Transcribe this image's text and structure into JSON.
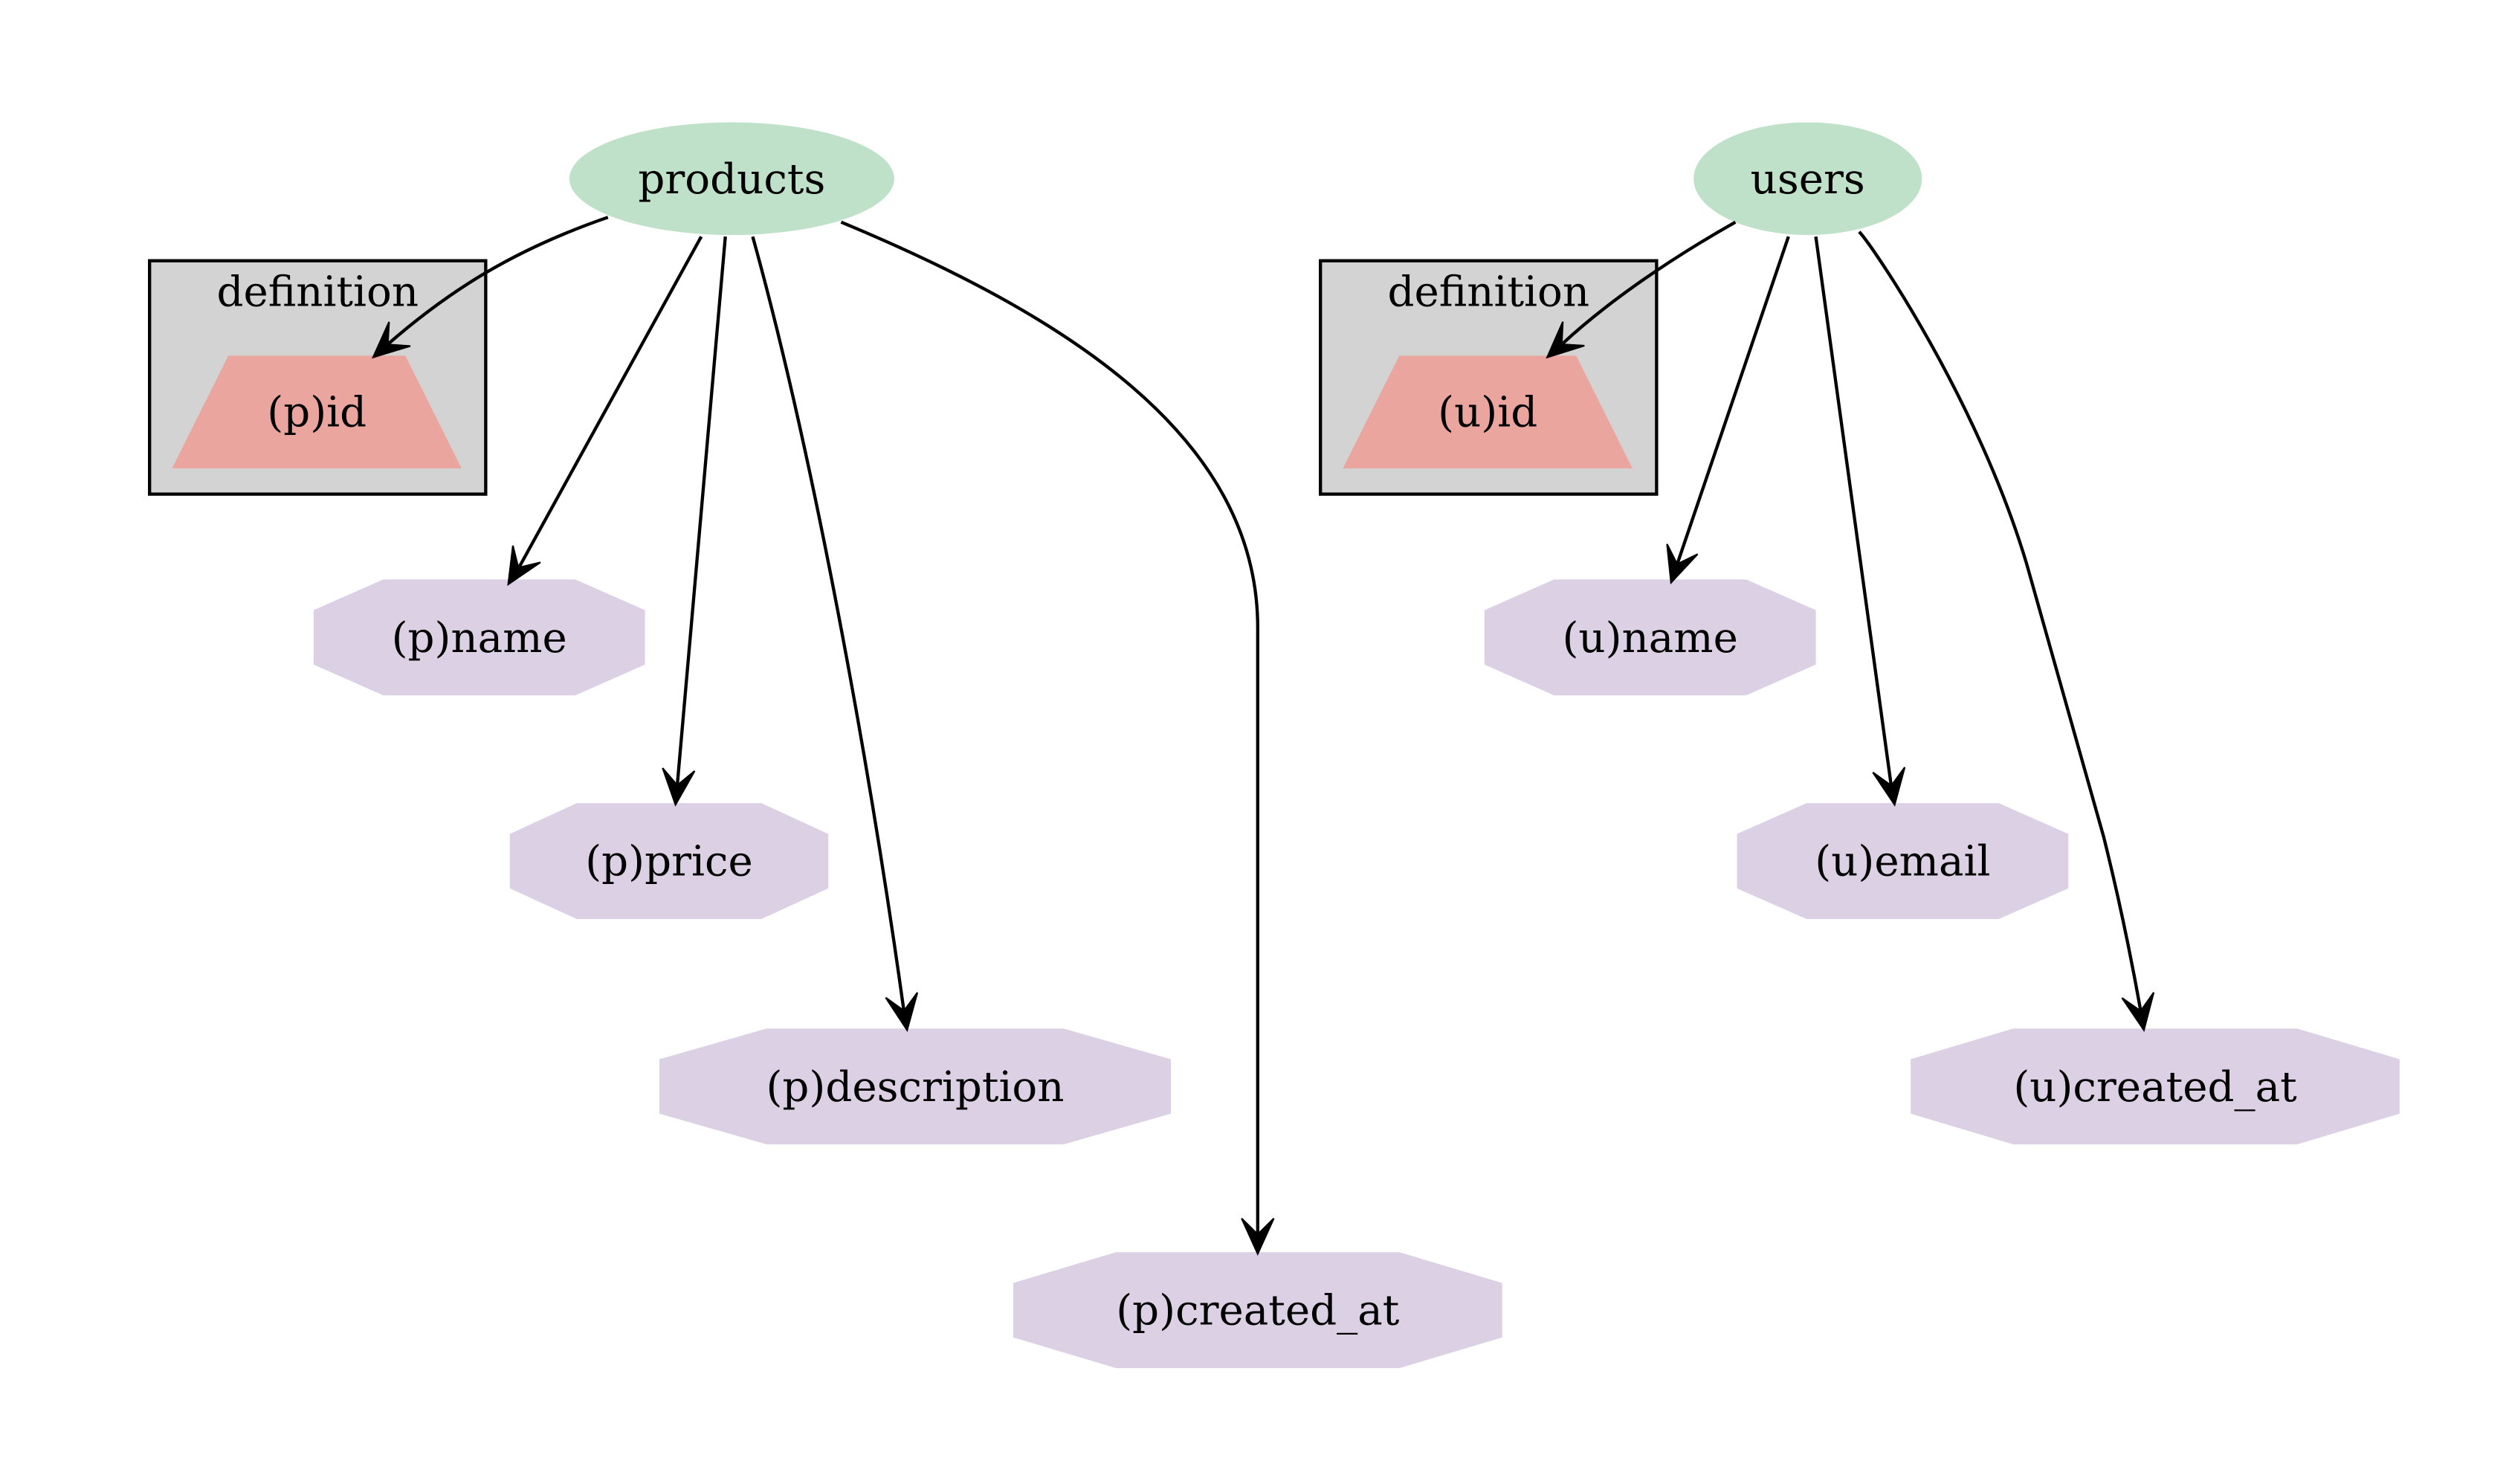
{
  "diagram": {
    "colors": {
      "table": "#bfe1c9",
      "primary_key": "#eba59f",
      "column": "#dcd0e4",
      "cluster_fill": "#d3d3d3",
      "edge": "#000000"
    },
    "clusters": [
      {
        "id": "c_products",
        "label": "definition",
        "contains": [
          "p_id"
        ]
      },
      {
        "id": "c_users",
        "label": "definition",
        "contains": [
          "u_id"
        ]
      }
    ],
    "nodes": [
      {
        "id": "products",
        "label": "products",
        "shape": "ellipse",
        "kind": "table"
      },
      {
        "id": "p_id",
        "label": "(p)id",
        "shape": "trapezium",
        "kind": "primary_key"
      },
      {
        "id": "p_name",
        "label": "(p)name",
        "shape": "octagon",
        "kind": "column"
      },
      {
        "id": "p_price",
        "label": "(p)price",
        "shape": "octagon",
        "kind": "column"
      },
      {
        "id": "p_description",
        "label": "(p)description",
        "shape": "octagon",
        "kind": "column"
      },
      {
        "id": "p_created_at",
        "label": "(p)created_at",
        "shape": "octagon",
        "kind": "column"
      },
      {
        "id": "users",
        "label": "users",
        "shape": "ellipse",
        "kind": "table"
      },
      {
        "id": "u_id",
        "label": "(u)id",
        "shape": "trapezium",
        "kind": "primary_key"
      },
      {
        "id": "u_name",
        "label": "(u)name",
        "shape": "octagon",
        "kind": "column"
      },
      {
        "id": "u_email",
        "label": "(u)email",
        "shape": "octagon",
        "kind": "column"
      },
      {
        "id": "u_created_at",
        "label": "(u)created_at",
        "shape": "octagon",
        "kind": "column"
      }
    ],
    "edges": [
      {
        "from": "products",
        "to": "p_id"
      },
      {
        "from": "products",
        "to": "p_name"
      },
      {
        "from": "products",
        "to": "p_price"
      },
      {
        "from": "products",
        "to": "p_description"
      },
      {
        "from": "products",
        "to": "p_created_at"
      },
      {
        "from": "users",
        "to": "u_id"
      },
      {
        "from": "users",
        "to": "u_name"
      },
      {
        "from": "users",
        "to": "u_email"
      },
      {
        "from": "users",
        "to": "u_created_at"
      }
    ]
  }
}
